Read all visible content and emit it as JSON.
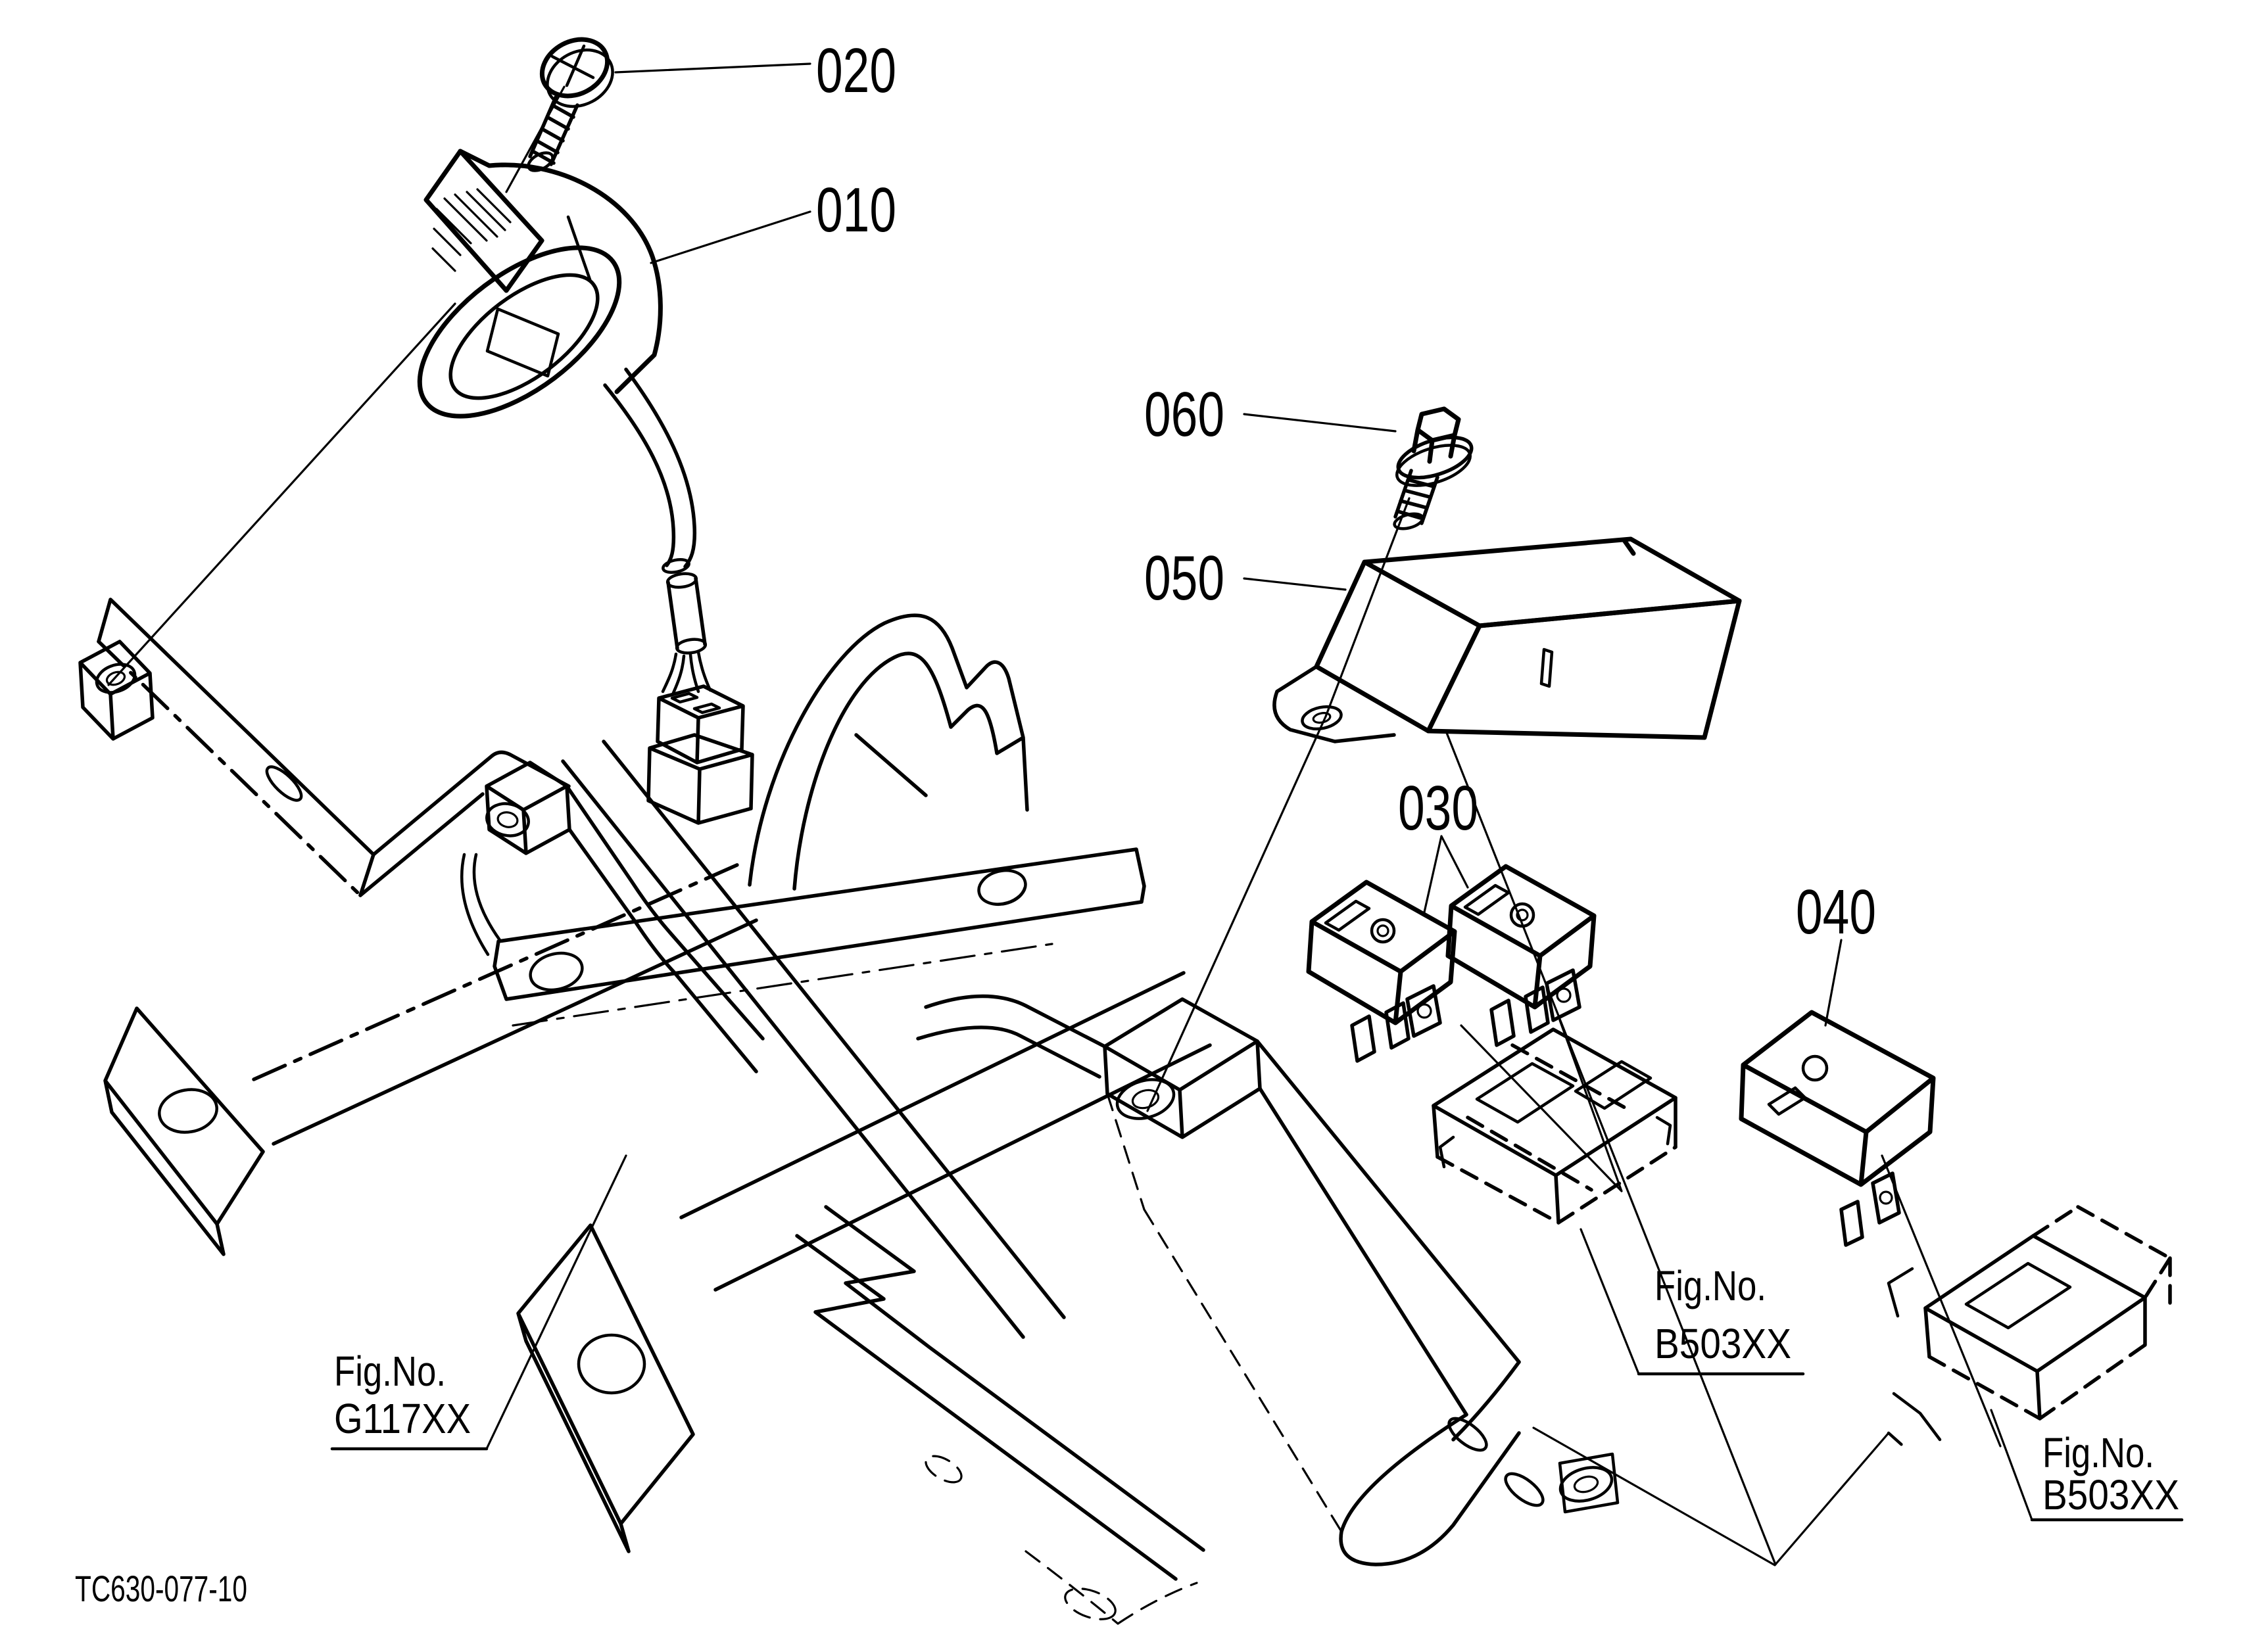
{
  "page": {
    "background": "#ffffff",
    "line_color": "#000000",
    "type": "exploded-parts-diagram"
  },
  "labels": {
    "bolt_screw": "020",
    "horn": "010",
    "bolt_flange": "060",
    "controller_box": "050",
    "relay_pair": "030",
    "relay_single": "040"
  },
  "figure_refs": {
    "bracket": {
      "line1": "Fig.No.",
      "line2": "G117XX"
    },
    "socket_dual": {
      "line1": "Fig.No.",
      "line2": "B503XX"
    },
    "socket_single": {
      "line1": "Fig.No.",
      "line2": "B503XX"
    }
  },
  "footer": {
    "drawing_number": "TC630-077-10"
  }
}
